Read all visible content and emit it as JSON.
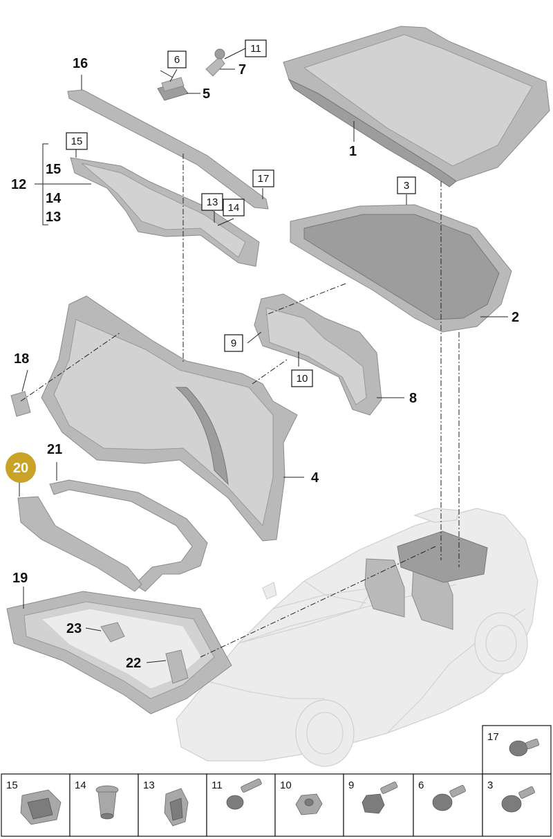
{
  "callouts": {
    "c1": "1",
    "c2": "2",
    "c3": "3",
    "c4": "4",
    "c5": "5",
    "c6": "6",
    "c7": "7",
    "c8": "8",
    "c9": "9",
    "c10": "10",
    "c11": "11",
    "c12": "12",
    "c13": "13",
    "c14": "14",
    "c15": "15",
    "c16": "16",
    "c17": "17",
    "c18": "18",
    "c19": "19",
    "c20": "20",
    "c21": "21",
    "c22": "22",
    "c23": "23"
  },
  "highlight": {
    "number": "20",
    "color": "#c9a227"
  },
  "hardware_legend": {
    "top": {
      "number": "17"
    },
    "row": [
      {
        "number": "15"
      },
      {
        "number": "14"
      },
      {
        "number": "13"
      },
      {
        "number": "11"
      },
      {
        "number": "10"
      },
      {
        "number": "9"
      },
      {
        "number": "6"
      },
      {
        "number": "3"
      }
    ]
  },
  "colors": {
    "part": "#b9b9b9",
    "car": "#ececec",
    "line": "#222222"
  }
}
